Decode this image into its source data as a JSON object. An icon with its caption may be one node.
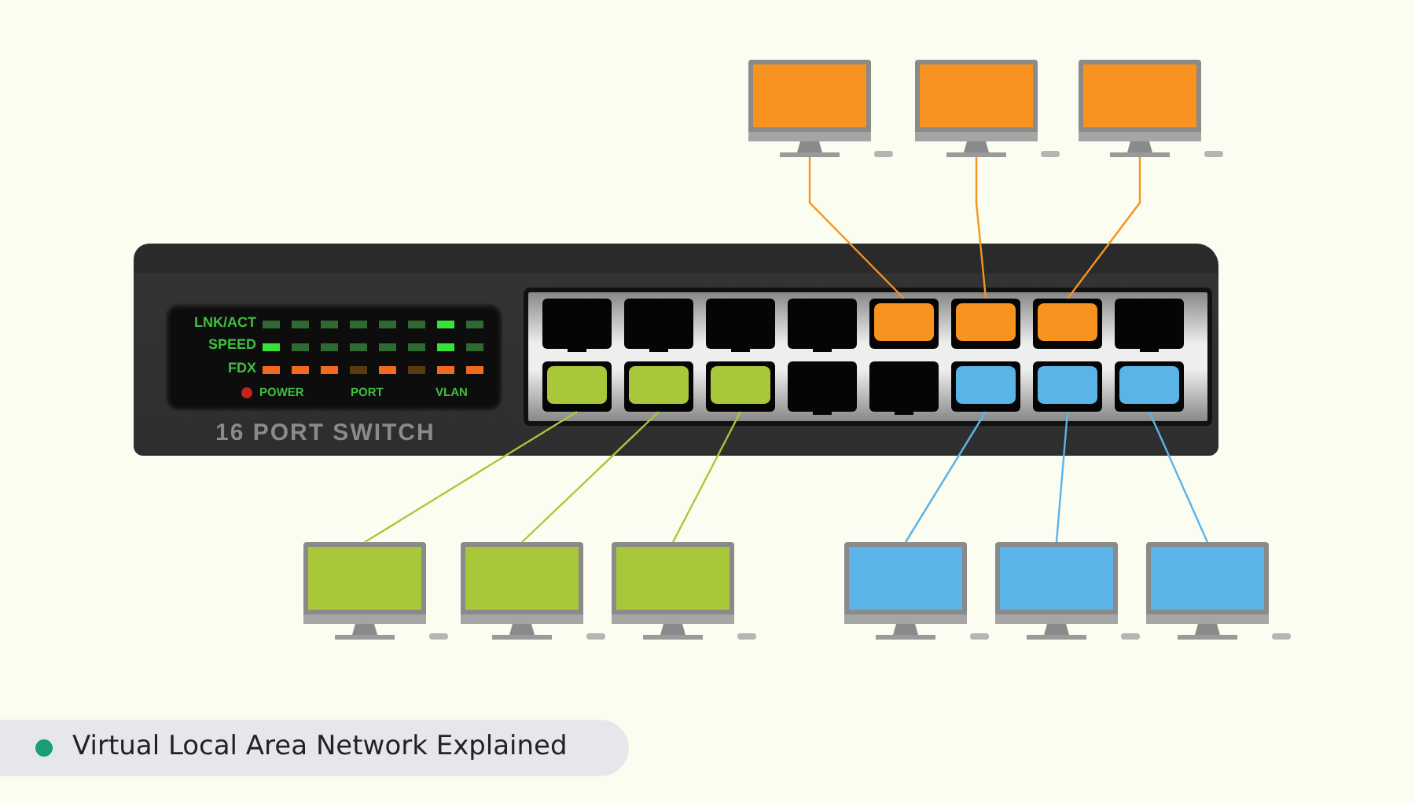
{
  "diagram": {
    "caption": "Virtual Local Area Network Explained",
    "nodes": [
      {
        "text": [
          "16 PORT SWITCH"
        ]
      },
      {
        "text": [],
        "shape": "box",
        "in": 0
      },
      {
        "text": [],
        "shape": "box",
        "in": 0
      },
      {
        "text": [],
        "shape": "box",
        "in": 0
      },
      {
        "text": [],
        "shape": "box",
        "in": 0
      },
      {
        "text": [],
        "shape": "box",
        "in": 0
      },
      {
        "text": [],
        "shape": "box",
        "in": 0
      },
      {
        "text": [],
        "shape": "box",
        "in": 0
      },
      {
        "text": [],
        "shape": "box",
        "in": 0
      },
      {
        "text": [],
        "shape": "box",
        "in": 0
      },
      {
        "text": [],
        "shape": "box",
        "in": 0
      },
      {
        "text": [],
        "shape": "box",
        "in": 0
      },
      {
        "text": [],
        "shape": "box",
        "in": 0
      },
      {
        "text": [],
        "shape": "box",
        "in": 0
      },
      {
        "text": [],
        "shape": "box",
        "in": 0
      },
      {
        "text": [],
        "shape": "box",
        "in": 0
      },
      {
        "text": [],
        "shape": "box",
        "in": 0
      },
      {
        "text": [],
        "shape": "monitor"
      },
      {
        "text": [],
        "shape": "monitor"
      },
      {
        "text": [],
        "shape": "monitor"
      },
      {
        "text": [],
        "shape": "monitor"
      },
      {
        "text": [],
        "shape": "monitor"
      },
      {
        "text": [],
        "shape": "monitor"
      },
      {
        "text": [],
        "shape": "monitor"
      },
      {
        "text": [],
        "shape": "monitor"
      },
      {
        "text": [],
        "shape": "monitor"
      }
    ],
    "edges": [
      {
        "from": 17,
        "to": 5,
        "arrow": "none",
        "color": "#f7931e"
      },
      {
        "from": 18,
        "to": 6,
        "arrow": "none",
        "color": "#f7931e"
      },
      {
        "from": 19,
        "to": 7,
        "arrow": "none",
        "color": "#f7931e"
      },
      {
        "from": 20,
        "to": 9,
        "arrow": "none",
        "color": "#a8c83a"
      },
      {
        "from": 21,
        "to": 10,
        "arrow": "none",
        "color": "#a8c83a"
      },
      {
        "from": 22,
        "to": 11,
        "arrow": "none",
        "color": "#a8c83a"
      },
      {
        "from": 23,
        "to": 14,
        "arrow": "none",
        "color": "#5ab4e8"
      },
      {
        "from": 24,
        "to": 15,
        "arrow": "none",
        "color": "#5ab4e8"
      },
      {
        "from": 25,
        "to": 16,
        "arrow": "none",
        "color": "#5ab4e8"
      }
    ],
    "labels": [
      "LNK/ACT",
      "SPEED",
      "FDX",
      "POWER",
      "PORT",
      "VLAN"
    ]
  }
}
